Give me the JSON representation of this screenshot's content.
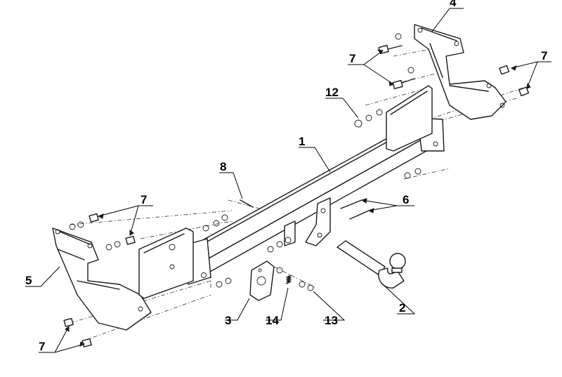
{
  "callouts": [
    {
      "id": "1",
      "label": "1"
    },
    {
      "id": "2",
      "label": "2"
    },
    {
      "id": "3",
      "label": "3"
    },
    {
      "id": "4",
      "label": "4"
    },
    {
      "id": "5",
      "label": "5"
    },
    {
      "id": "6",
      "label": "6"
    },
    {
      "id": "7a",
      "label": "7"
    },
    {
      "id": "7b",
      "label": "7"
    },
    {
      "id": "7c",
      "label": "7"
    },
    {
      "id": "7d",
      "label": "7"
    },
    {
      "id": "8",
      "label": "8"
    },
    {
      "id": "12",
      "label": "12"
    },
    {
      "id": "13",
      "label": "13"
    },
    {
      "id": "14",
      "label": "14"
    }
  ]
}
